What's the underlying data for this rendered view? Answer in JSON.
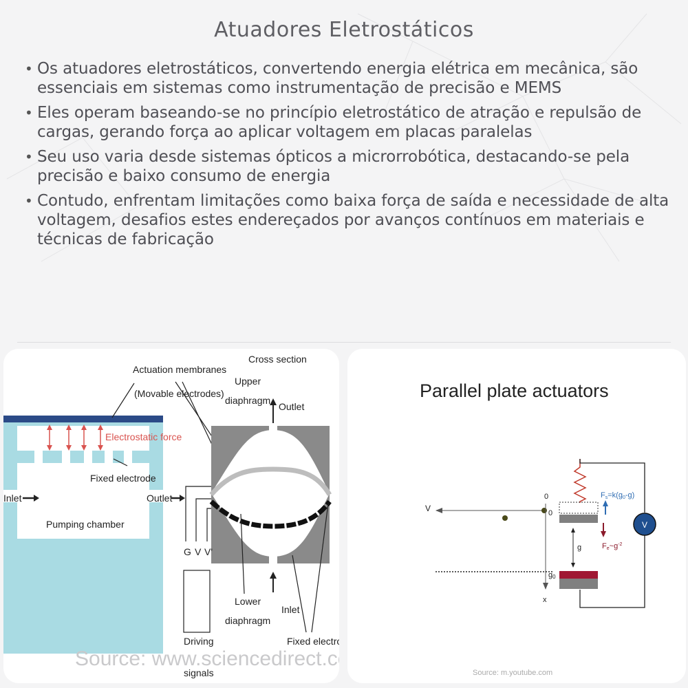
{
  "title": "Atuadores Eletrostáticos",
  "bullets": [
    "Os atuadores eletrostáticos, convertendo energia elétrica em mecânica, são essenciais em sistemas como instrumentação de precisão e MEMS",
    "Eles operam baseando-se no princípio eletrostático de atração e repulsão de cargas, gerando força ao aplicar voltagem em placas paralelas",
    "Seu uso varia desde sistemas ópticos a microrrobótica, destacando-se pela precisão e baixo consumo de energia",
    "Contudo, enfrentam limitações como baixa força de saída e necessidade de alta voltagem, desafios estes endereçados por avanços contínuos em materiais e técnicas de fabricação"
  ],
  "left_diagram": {
    "actuation_membranes": "Actuation membranes",
    "movable_electrodes": "(Movable electrodes)",
    "electrostatic_force": "Electrostatic force",
    "fixed_electrode": "Fixed electrode",
    "inlet": "Inlet",
    "outlet": "Outlet",
    "pumping_chamber": "Pumping chamber",
    "cross_section": "Cross section",
    "upper": "Upper",
    "diaphragm": "diaphragm",
    "outlet_right": "Outlet",
    "g_label": "G",
    "v_label": "V",
    "v_prime_label": "V'",
    "lower": "Lower",
    "inlet_right": "Inlet",
    "fixed_electrode_right": "Fixed electrode",
    "driving": "Driving",
    "signals": "signals",
    "source": "Source: www.sciencedirect.com"
  },
  "right_diagram": {
    "title": "Parallel plate actuators",
    "v_axis": "V",
    "zero_top": "0",
    "zero_mid": "0",
    "fs_prefix": "F",
    "fs_sub": "s",
    "fs_eq": "=k(g",
    "fs_sub0": "0",
    "fs_tail": "-g)",
    "fe_prefix": "F",
    "fe_sub": "e",
    "fe_eq": "~g",
    "fe_sup": "-2",
    "g_label": "g",
    "g0_prefix": "g",
    "g0_sub": "0",
    "x_label": "x",
    "source_v": "V",
    "source": "Source: m.youtube.com"
  },
  "colors": {
    "title": "#5f5f64",
    "channel": "#a9dbe3",
    "membrane": "#2b4a87",
    "force": "#d9534f",
    "plate_red": "#a01733",
    "plate_gray": "#808080",
    "spring": "#c0392b",
    "fs_color": "#2f6db3",
    "fe_color": "#8b1a2b",
    "source_circle": "#1f4f8f",
    "dot": "#4a4a1a"
  }
}
